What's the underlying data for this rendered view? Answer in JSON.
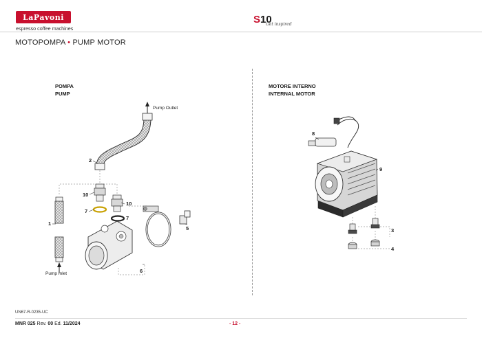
{
  "header": {
    "logo_text": "LaPavoni",
    "logo_subtitle": "espresso coffee machines",
    "model_prefix": "S",
    "model_number": "10",
    "tagline": "Get inspired"
  },
  "page_title": {
    "italian": "MOTOPOMPA",
    "separator": "•",
    "english": "PUMP MOTOR"
  },
  "left_section": {
    "heading_it": "POMPA",
    "heading_en": "PUMP",
    "label_outlet": "Pump Outlet",
    "label_inlet": "Pump Inlet",
    "callouts": [
      "1",
      "2",
      "5",
      "6",
      "7",
      "7",
      "10",
      "10"
    ]
  },
  "right_section": {
    "heading_it": "MOTORE INTERNO",
    "heading_en": "INTERNAL MOTOR",
    "callouts": [
      "3",
      "4",
      "8",
      "9"
    ]
  },
  "footer": {
    "doc_code": "UN67-R-0235-UC",
    "manual_label": "MNR 025",
    "rev_label": "Rev.",
    "rev_value": "00",
    "ed_label": "Ed.",
    "ed_value": "11/2024",
    "page": "- 12 -"
  },
  "colors": {
    "brand_red": "#c8102e",
    "line_gray": "#9a9a9a"
  }
}
